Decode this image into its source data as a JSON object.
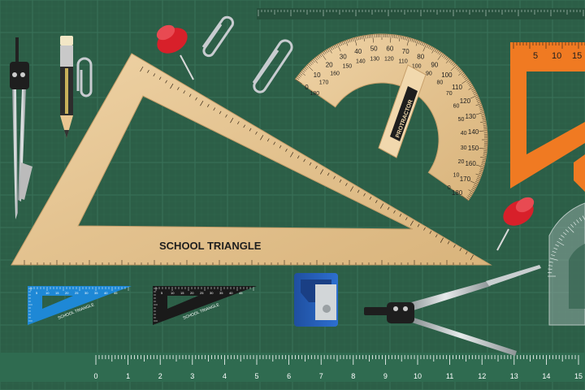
{
  "scene": {
    "description_colors": {
      "mat": "#2c5e47",
      "grid_line": "#3f7a5f",
      "wood": "#e8c99a",
      "orange": "#f07a22",
      "blue": "#1e88d6",
      "black": "#1a1a1a",
      "pin_red": "#d8202a"
    }
  },
  "labels": {
    "big_triangle": "SCHOOL TRIANGLE",
    "protractor": "PROTRACTOR",
    "blue_triangle": "SCHOOL TRIANGLE",
    "black_triangle": "SCHOOL TRIANGLE"
  },
  "bottom_ruler": {
    "numbers": [
      "0",
      "1",
      "2",
      "3",
      "4",
      "5",
      "6",
      "7",
      "8",
      "9",
      "10",
      "11",
      "12",
      "13",
      "14",
      "15"
    ]
  },
  "orange_triangle": {
    "numbers": [
      "5",
      "10",
      "15"
    ]
  },
  "protractor": {
    "outer_numbers": [
      "0",
      "10",
      "20",
      "30",
      "40",
      "50",
      "60",
      "70",
      "80",
      "90",
      "100",
      "110",
      "120",
      "130",
      "140",
      "150",
      "160",
      "170",
      "180"
    ],
    "inner_numbers": [
      "180",
      "170",
      "160",
      "150",
      "140",
      "130",
      "120",
      "110",
      "100",
      "90",
      "80",
      "70",
      "60",
      "50",
      "40",
      "30",
      "20",
      "10",
      "0"
    ]
  },
  "small_triangles": {
    "numbers": [
      "5",
      "10",
      "15",
      "20",
      "25",
      "30",
      "35",
      "40",
      "45"
    ]
  }
}
